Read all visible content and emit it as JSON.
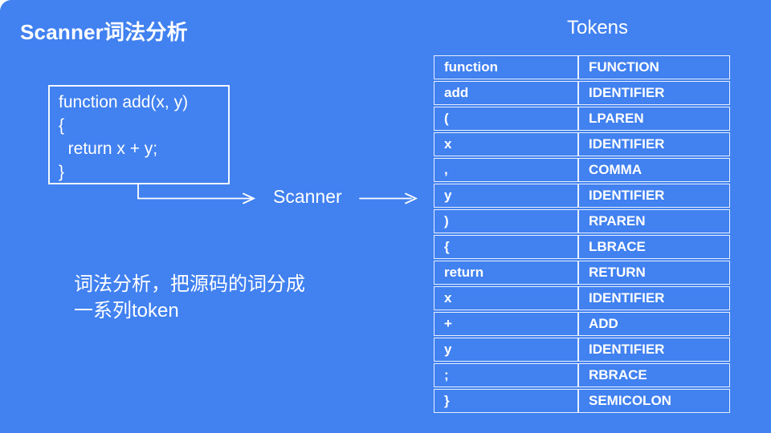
{
  "slide": {
    "title": "Scanner词法分析",
    "background_color": "#4181f0",
    "text_color": "#ffffff"
  },
  "code": {
    "lines": [
      "function add(x, y)",
      "{",
      "  return x + y;",
      "}"
    ]
  },
  "flow": {
    "scanner_label": "Scanner",
    "arrow_color": "#ffffff"
  },
  "tokens": {
    "heading": "Tokens",
    "rows": [
      [
        "function",
        "FUNCTION"
      ],
      [
        "add",
        "IDENTIFIER"
      ],
      [
        "(",
        "LPAREN"
      ],
      [
        "x",
        "IDENTIFIER"
      ],
      [
        ",",
        "COMMA"
      ],
      [
        "y",
        "IDENTIFIER"
      ],
      [
        ")",
        "RPAREN"
      ],
      [
        "{",
        "LBRACE"
      ],
      [
        "return",
        "RETURN"
      ],
      [
        "x",
        "IDENTIFIER"
      ],
      [
        "+",
        "ADD"
      ],
      [
        "y",
        "IDENTIFIER"
      ],
      [
        ";",
        "RBRACE"
      ],
      [
        "}",
        "SEMICOLON"
      ]
    ]
  },
  "caption": {
    "lines": [
      "词法分析，把源码的词分成",
      "一系列token"
    ]
  }
}
